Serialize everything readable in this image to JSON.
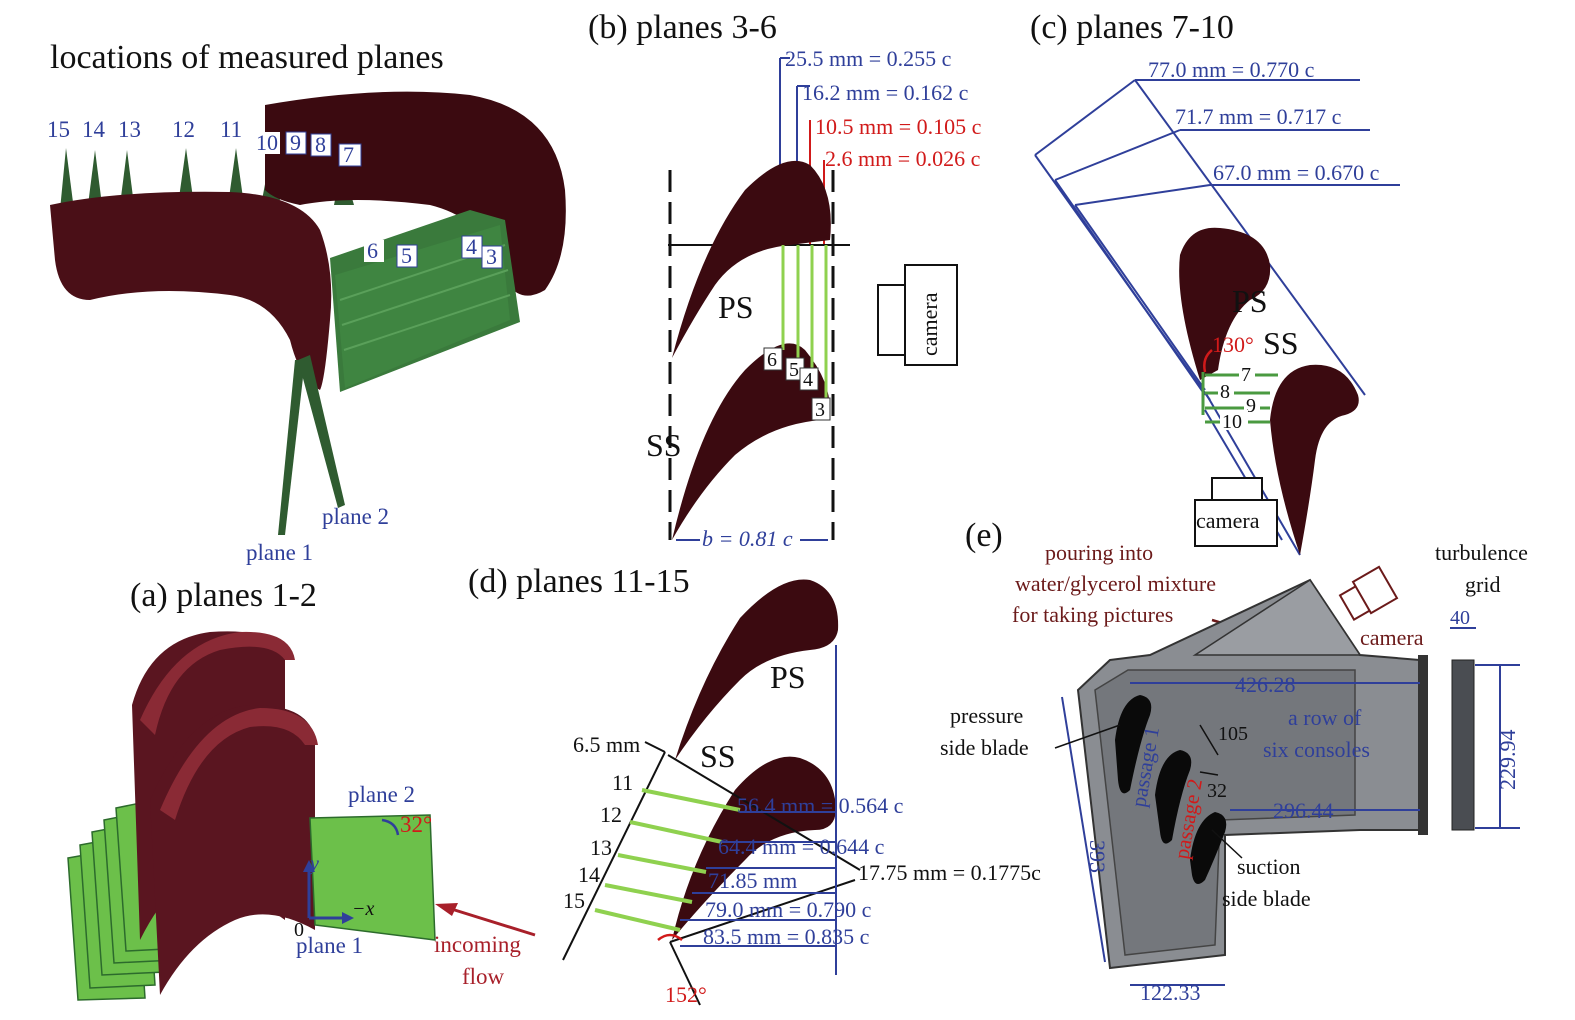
{
  "panel_a": {
    "title": "locations of measured planes",
    "caption": "(a) planes 1-2",
    "top_plane_numbers": [
      "15",
      "14",
      "13",
      "12",
      "11",
      "10",
      "9",
      "8",
      "7"
    ],
    "mid_plane_numbers": [
      "6",
      "5",
      "4",
      "3"
    ],
    "plane1_label": "plane 1",
    "plane2_label": "plane 2",
    "lower_plane2_label": "plane 2",
    "lower_plane1_label": "plane 1",
    "angle_label": "32°",
    "axis_y": "y",
    "axis_x": "−x",
    "origin": "0",
    "incoming_flow": [
      "incoming",
      "flow"
    ]
  },
  "panel_b": {
    "title": "(b) planes 3-6",
    "dims": [
      {
        "text": "25.5 mm = 0.255 c",
        "color": "blue"
      },
      {
        "text": "16.2 mm = 0.162 c",
        "color": "blue"
      },
      {
        "text": "10.5 mm = 0.105 c",
        "color": "red"
      },
      {
        "text": "2.6 mm = 0.026 c",
        "color": "red"
      }
    ],
    "ps": "PS",
    "ss": "SS",
    "camera": "camera",
    "plane_numbers": [
      "6",
      "5",
      "4",
      "3"
    ],
    "pitch": "b = 0.81 c"
  },
  "panel_c": {
    "title": "(c) planes 7-10",
    "dims": [
      "77.0 mm = 0.770 c",
      "71.7 mm = 0.717 c",
      "67.0 mm = 0.670 c"
    ],
    "ps": "PS",
    "ss": "SS",
    "angle": "130°",
    "plane_numbers": [
      "7",
      "8",
      "9",
      "10"
    ],
    "camera": "camera"
  },
  "panel_d": {
    "title": "(d) planes 11-15",
    "ps": "PS",
    "ss": "SS",
    "offset": "6.5 mm",
    "plane_numbers": [
      "11",
      "12",
      "13",
      "14",
      "15"
    ],
    "dims": [
      "56.4 mm = 0.564 c",
      "64.4 mm = 0.644 c",
      "71.85 mm",
      "79.0 mm = 0.790 c",
      "83.5 mm = 0.835 c"
    ],
    "extra_dim": "17.75 mm = 0.1775c",
    "angle": "152°"
  },
  "panel_e": {
    "label": "(e)",
    "pouring": [
      "pouring into",
      "water/glycerol mixture",
      "for taking pictures"
    ],
    "turbulence": [
      "turbulence",
      "grid"
    ],
    "camera": "camera",
    "grid_width": "40",
    "width_top": "426.28",
    "row_text": [
      "a row of",
      "six consoles"
    ],
    "height_right": "229.94",
    "pressure_side": [
      "pressure",
      "side blade"
    ],
    "dim_105": "105",
    "dim_32": "32",
    "dim_296": "296.44",
    "dim_393": "393",
    "passage1": "passage 1",
    "passage2": "passage 2",
    "suction_side": [
      "suction",
      "side blade"
    ],
    "dim_122": "122.33"
  },
  "colors": {
    "blade": "#3b0a10",
    "plane_green": "#2f5b30",
    "light_green": "#6cc04a",
    "blue": "#2f3f9a",
    "red": "#d11a1a",
    "gray_box": "#8a8d92"
  }
}
